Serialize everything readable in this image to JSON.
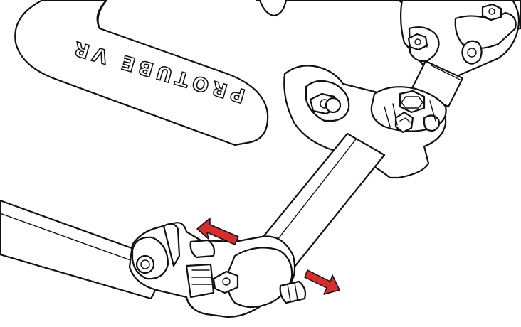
{
  "diagram": {
    "brand_logo_text": "PROTUBE VR",
    "arrow_color": "#d42e2e",
    "line_color": "#111111",
    "background": "#ffffff",
    "icons": [
      "red-arrow-left",
      "red-arrow-right",
      "hex-bolt",
      "hex-socket-screw",
      "knob-screw"
    ]
  }
}
